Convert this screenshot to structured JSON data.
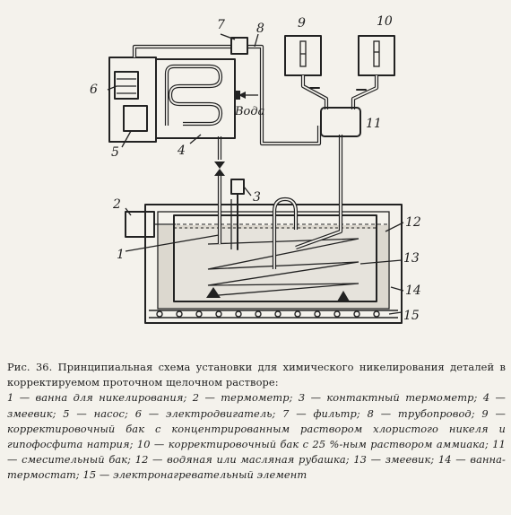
{
  "diagram": {
    "labels": {
      "n1": "1",
      "n2": "2",
      "n3": "3",
      "n4": "4",
      "n5": "5",
      "n6": "6",
      "n7": "7",
      "n8": "8",
      "n9": "9",
      "n10": "10",
      "n11": "11",
      "n12": "12",
      "n13": "13",
      "n14": "14",
      "n15": "15",
      "water": "Вода"
    }
  },
  "caption": {
    "figure": "Рис. 36.",
    "title": "Принципиальная схема установки для химического никелирования деталей в корректируемом проточном щелочном растворе:",
    "body": "1 — ванна для никелирования; 2 — термометр; 3 — контактный термометр; 4 — змеевик; 5 — насос; 6 — электродвигатель; 7 — фильтр; 8 — трубопровод; 9 — корректировочный бак с концентрированным раствором хлористого никеля и гипофосфита натрия; 10 — корректировочный бак с 25 %-ным раствором аммиака; 11 — смесительный бак; 12 — водяная или масляная рубашка; 13 — змеевик; 14 — ванна-термостат; 15 — электронагревательный элемент"
  }
}
